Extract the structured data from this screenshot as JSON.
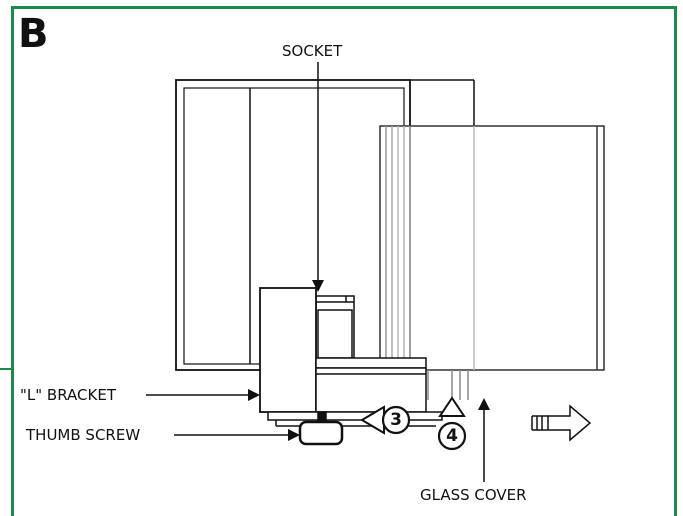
{
  "panel": {
    "letter": "B",
    "frame_color": "#1e8a4a"
  },
  "labels": {
    "socket": "SOCKET",
    "l_bracket": "\"L\" BRACKET",
    "thumb_screw": "THUMB SCREW",
    "glass_cover": "GLASS COVER"
  },
  "steps": {
    "step_3": "3",
    "step_4": "4"
  },
  "icons": {
    "direction_arrow": "hollow-right-arrow-icon"
  }
}
